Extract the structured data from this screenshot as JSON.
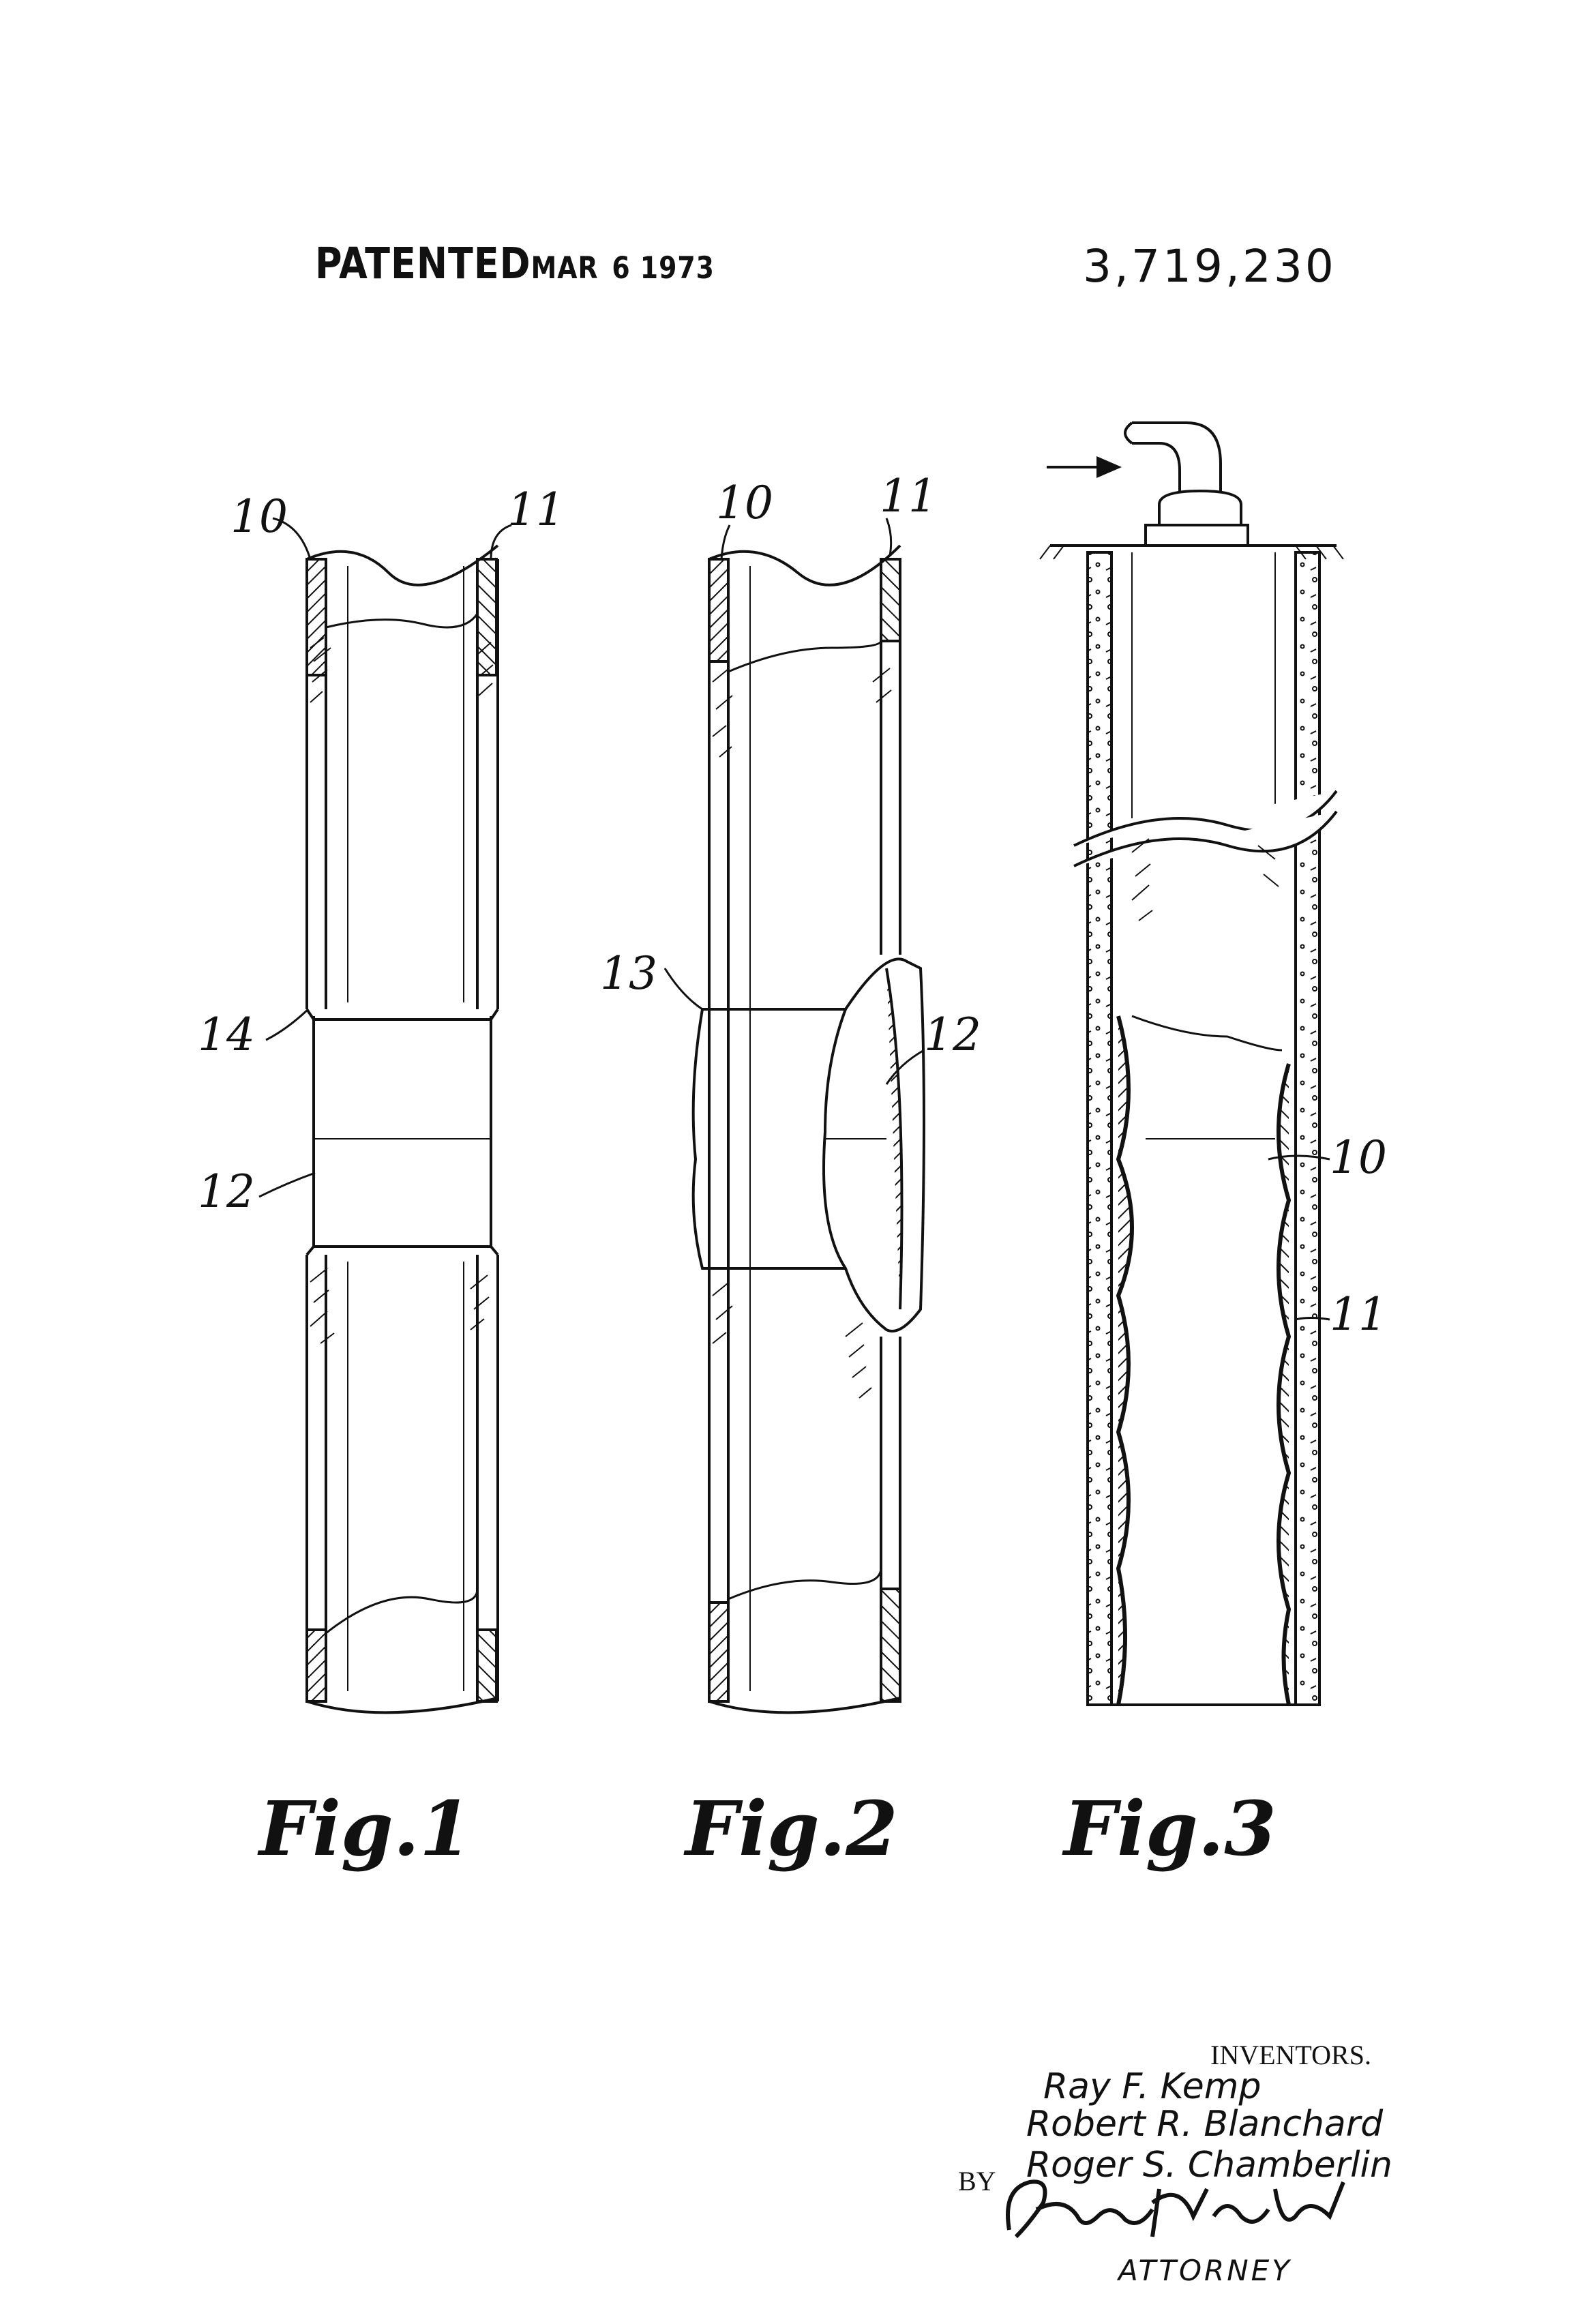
{
  "header": {
    "patented_label": "PATENTED",
    "patented_date_month": "MAR",
    "patented_date_day_year": "6 1973",
    "patent_number": "3,719,230"
  },
  "figures": [
    {
      "caption": "Fig.1",
      "labels": [
        "10",
        "11",
        "14",
        "12"
      ]
    },
    {
      "caption": "Fig.2",
      "labels": [
        "10",
        "11",
        "13",
        "12"
      ]
    },
    {
      "caption": "Fig.3",
      "labels": [
        "10",
        "11"
      ]
    }
  ],
  "inventors": {
    "heading": "INVENTORS.",
    "names": [
      "Ray F. Kemp",
      "Robert R. Blanchard",
      "Roger S. Chamberlin"
    ]
  },
  "attorney": {
    "by": "BY",
    "signature": "Bruce M Kanuch",
    "label": "ATTORNEY"
  }
}
